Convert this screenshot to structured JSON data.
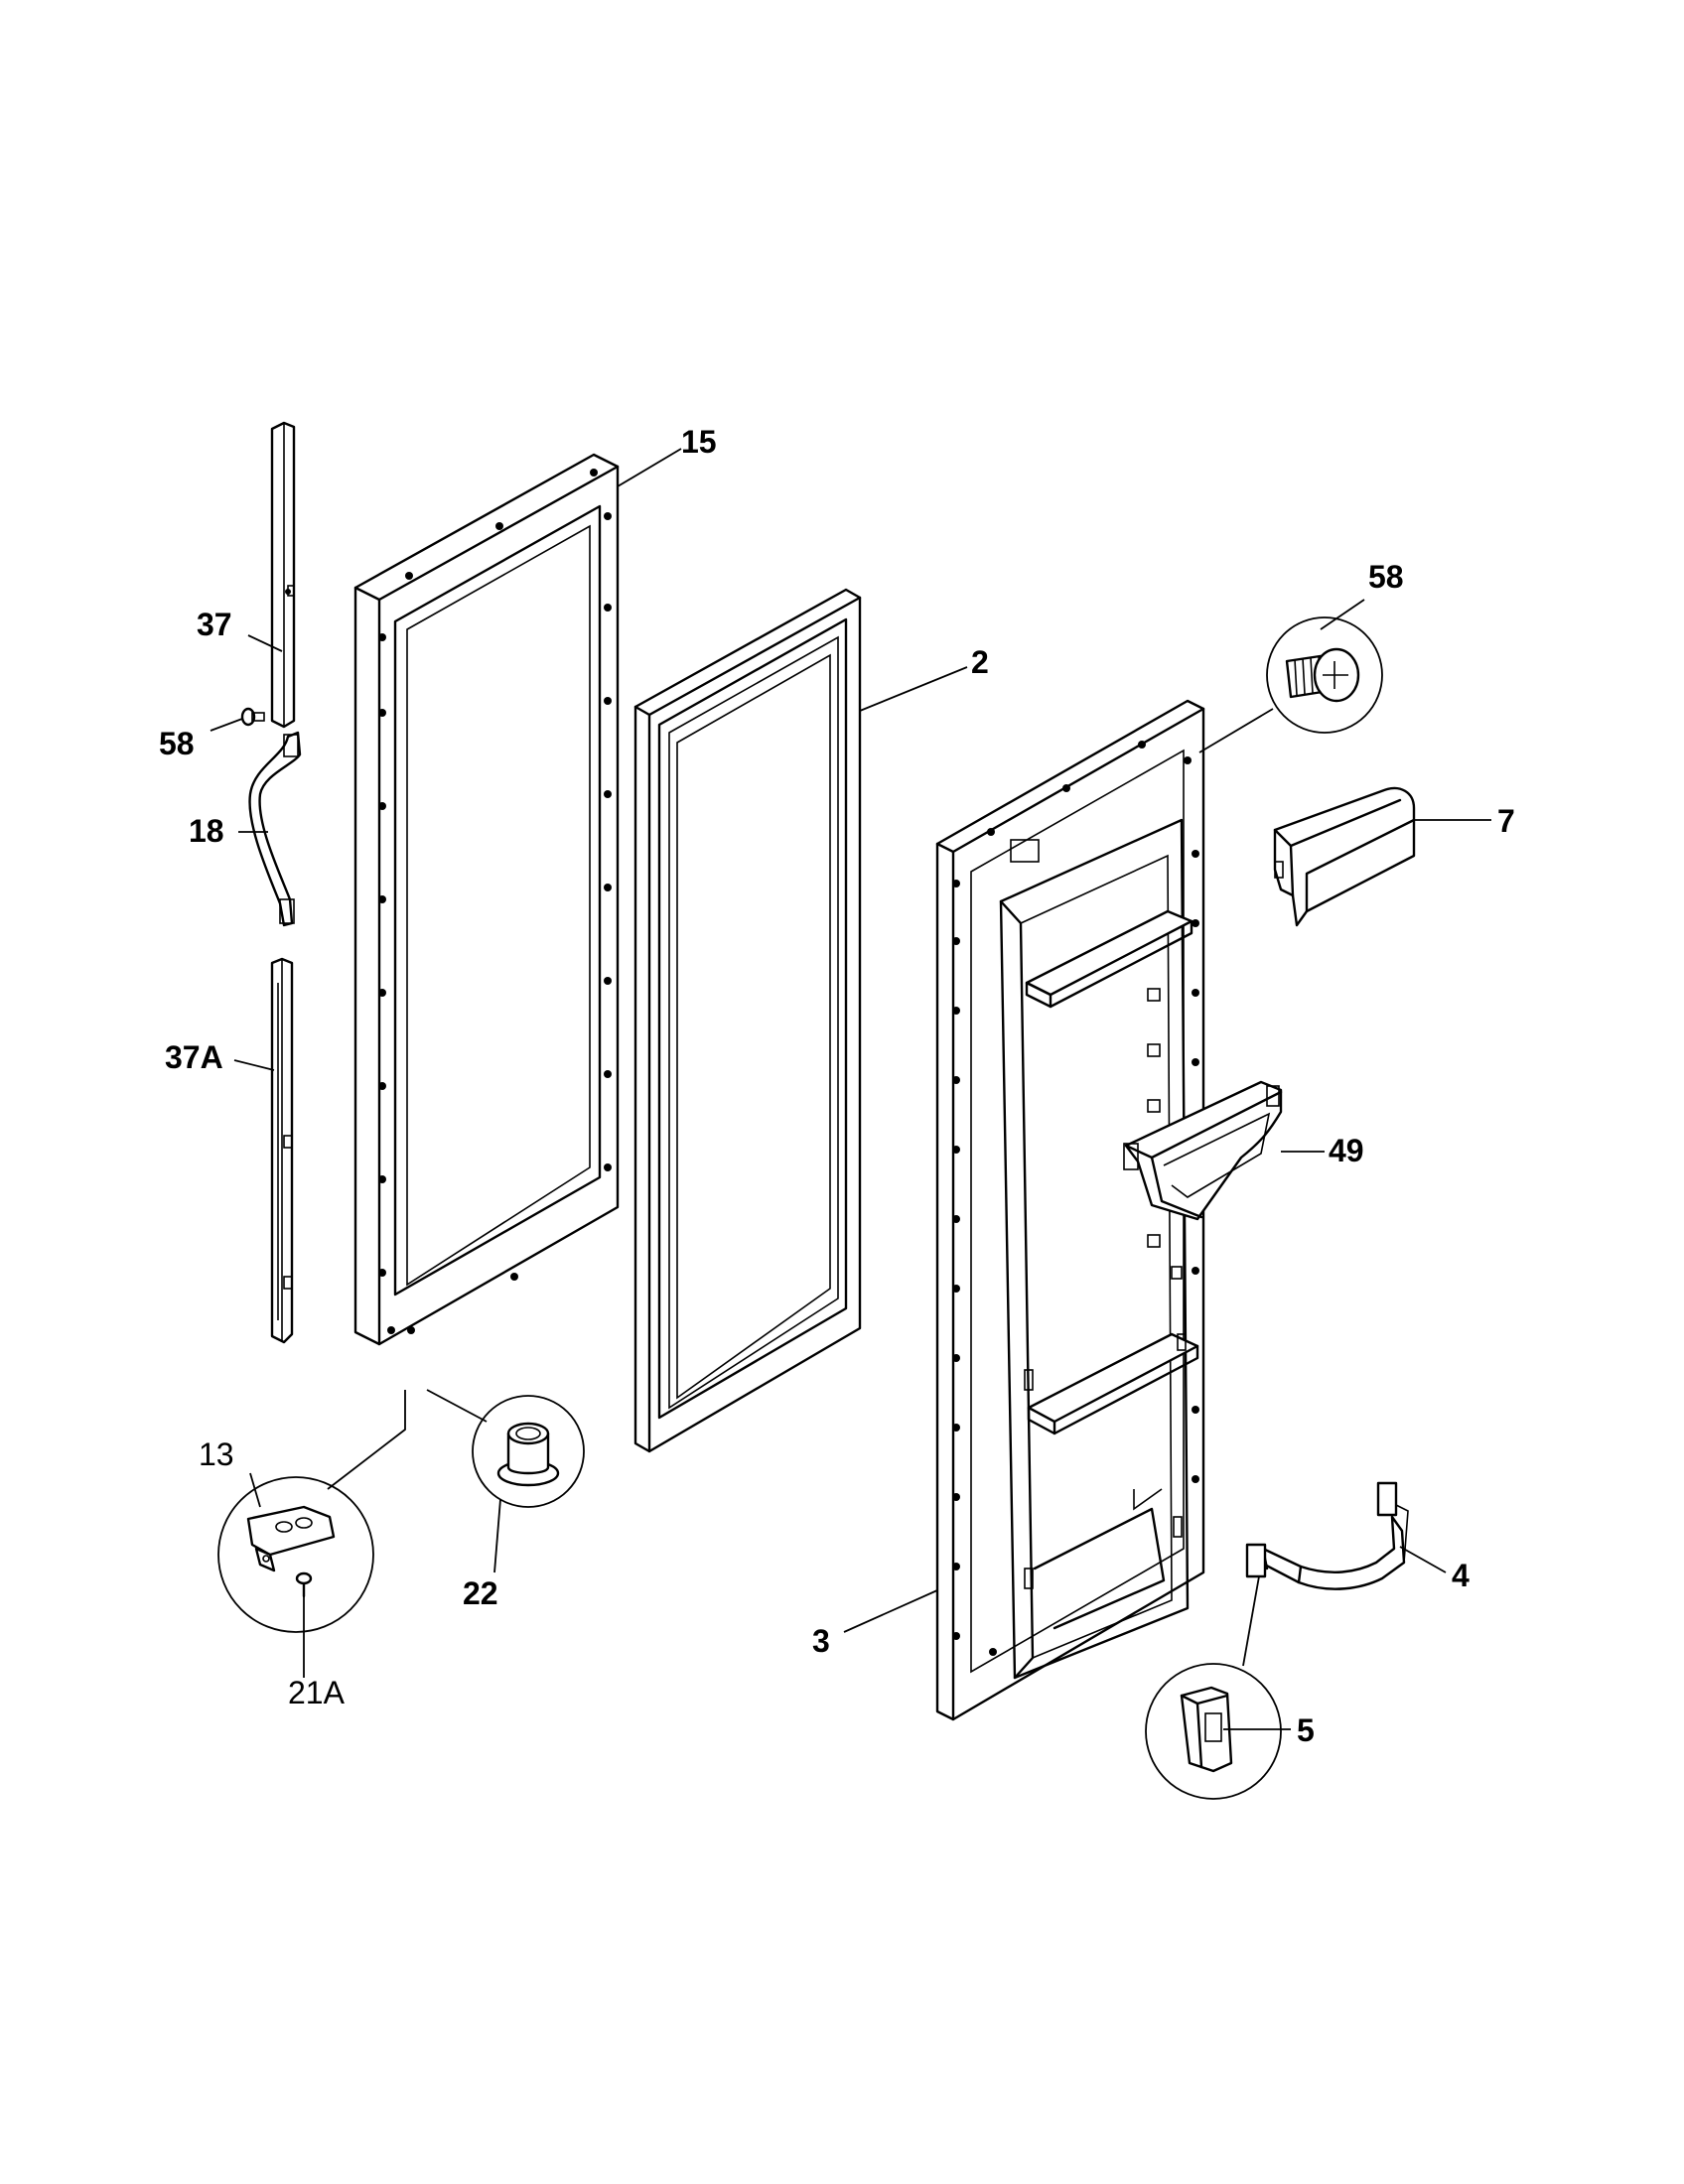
{
  "callouts": {
    "p15": "15",
    "p2": "2",
    "p58_top": "58",
    "p37": "37",
    "p58_left": "58",
    "p18": "18",
    "p7": "7",
    "p37A": "37A",
    "p49": "49",
    "p13": "13",
    "p22": "22",
    "p21A": "21A",
    "p3": "3",
    "p4": "4",
    "p5": "5"
  }
}
